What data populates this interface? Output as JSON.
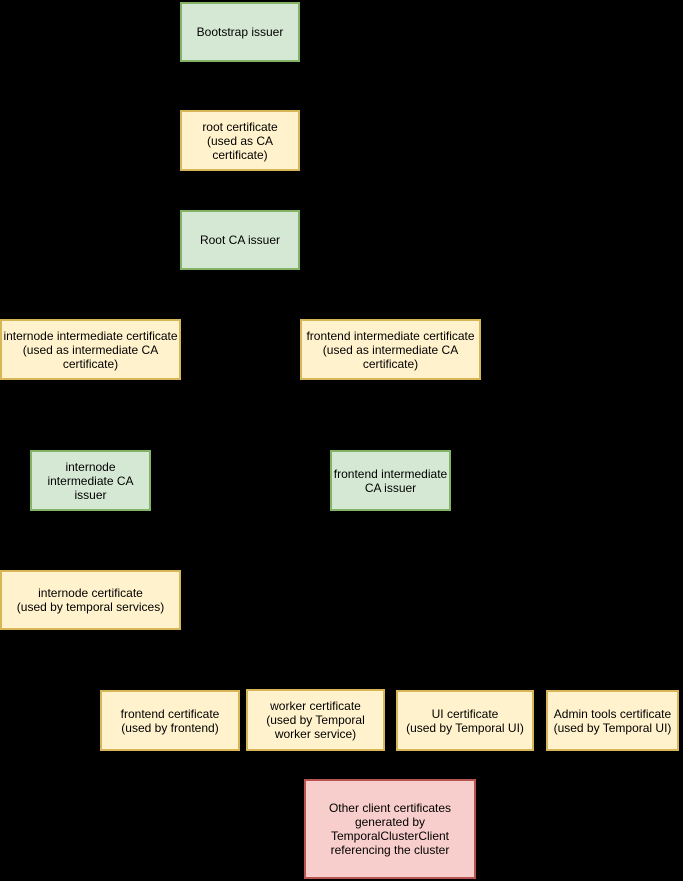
{
  "diagram": {
    "background_color": "#000000",
    "text_color": "#000000",
    "node_styles": {
      "issuer": {
        "fill": "#d5e8d4",
        "border": "#82b366"
      },
      "certificate": {
        "fill": "#fff2cc",
        "border": "#d6b656"
      },
      "client": {
        "fill": "#f8cecc",
        "border": "#b85450"
      }
    },
    "nodes": [
      {
        "id": "bootstrap-issuer",
        "kind": "issuer",
        "label": "Bootstrap issuer"
      },
      {
        "id": "root-certificate",
        "kind": "certificate",
        "label": "root certificate\n(used as CA\ncertificate)"
      },
      {
        "id": "root-ca-issuer",
        "kind": "issuer",
        "label": "Root CA issuer"
      },
      {
        "id": "internode-intermediate-certificate",
        "kind": "certificate",
        "label": "internode intermediate certificate\n(used as intermediate CA\ncertificate)"
      },
      {
        "id": "frontend-intermediate-certificate",
        "kind": "certificate",
        "label": "frontend intermediate certificate\n(used as intermediate CA\ncertificate)"
      },
      {
        "id": "internode-intermediate-ca-issuer",
        "kind": "issuer",
        "label": "internode\nintermediate CA\nissuer"
      },
      {
        "id": "frontend-intermediate-ca-issuer",
        "kind": "issuer",
        "label": "frontend intermediate\nCA issuer"
      },
      {
        "id": "internode-certificate",
        "kind": "certificate",
        "label": "internode certificate\n(used by temporal services)"
      },
      {
        "id": "frontend-certificate",
        "kind": "certificate",
        "label": "frontend certificate\n(used by frontend)"
      },
      {
        "id": "worker-certificate",
        "kind": "certificate",
        "label": "worker certificate\n(used by Temporal\nworker service)"
      },
      {
        "id": "ui-certificate",
        "kind": "certificate",
        "label": "UI certificate\n(used by Temporal UI)"
      },
      {
        "id": "admin-tools-certificate",
        "kind": "certificate",
        "label": "Admin tools certificate\n(used by Temporal UI)"
      },
      {
        "id": "other-client-certificates",
        "kind": "client",
        "label": "Other client certificates\ngenerated by\nTemporalClusterClient\nreferencing the cluster"
      }
    ]
  }
}
